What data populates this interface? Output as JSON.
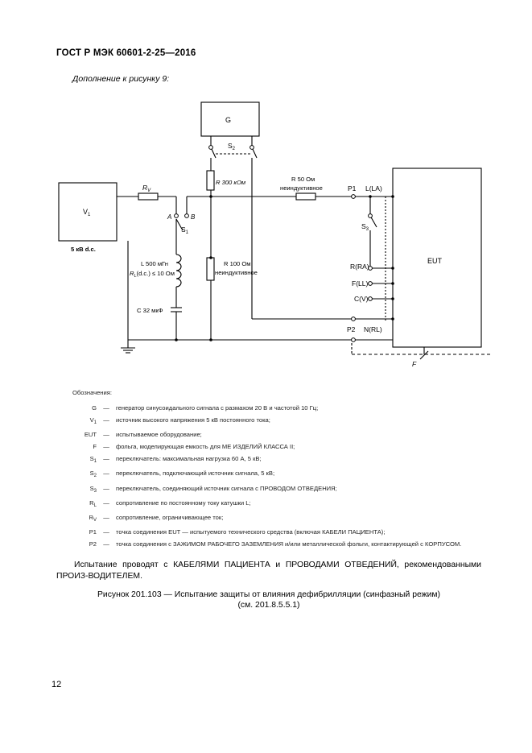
{
  "header": {
    "standard": "ГОСТ Р МЭК 60601-2-25—2016"
  },
  "subtitle": "Дополнение к рисунку 9:",
  "diagram": {
    "g_label": "G",
    "v1_main": "V",
    "v1_sub": "1",
    "v1_spec": "5 кВ d.c.",
    "rv_main": "R",
    "rv_sub": "V",
    "a_label": "A",
    "b_label": "B",
    "s1_main": "S",
    "s1_sub": "1",
    "s2_main": "S",
    "s2_sub": "2",
    "s3_main": "S",
    "s3_sub": "3",
    "r300_label": "R 300 кОм",
    "r50_line1": "R 50 Ом",
    "r50_line2": "неиндуктивное",
    "r100_line1": "R 100 Ом",
    "r100_line2": "неиндуктивное",
    "l_line1": "L 500 мГн",
    "rl_main": "R",
    "rl_sub": "L",
    "rl_rest": "(d.c.) ≤ 10 Ом",
    "c_label": "C 32 мкФ",
    "p1_label": "P1",
    "p2_label": "P2",
    "la_label": "L(LA)",
    "ra_label": "R(RA)",
    "fll_label": "F(LL)",
    "cv_label": "C(V)",
    "nrl_label": "N(RL)",
    "eut_label": "EUT",
    "f_label": "F"
  },
  "legend": {
    "title": "Обозначения:",
    "items": [
      {
        "sym": "G",
        "sub": "",
        "desc": "генератор синусоидального сигнала с размахом 20 В и частотой 10 Гц;"
      },
      {
        "sym": "V",
        "sub": "1",
        "desc": "источник высокого напряжения 5 кВ постоянного тока;"
      },
      {
        "sym": "EUT",
        "sub": "",
        "desc": "испытываемое оборудование;"
      },
      {
        "sym": "F",
        "sub": "",
        "desc": "фольга, моделирующая емкость для МЕ ИЗДЕЛИЙ КЛАССА II;"
      },
      {
        "sym": "S",
        "sub": "1",
        "desc": "переключатель: максимальная нагрузка 60 А, 5 кВ;"
      },
      {
        "sym": "S",
        "sub": "2",
        "desc": "переключатель, подключающий источник сигнала, 5 кВ;"
      },
      {
        "sym": "S",
        "sub": "3",
        "desc": "переключатель, соединяющий источник сигнала с ПРОВОДОМ ОТВЕДЕНИЯ;"
      },
      {
        "sym": "R",
        "sub": "L",
        "desc": "сопротивление по постоянному току катушки L;"
      },
      {
        "sym": "R",
        "sub": "V",
        "desc": "сопротивление, ограничивающее ток;"
      },
      {
        "sym": "P1",
        "sub": "",
        "desc": "точка соединения EUT — испытуемого технического средства (включая КАБЕЛИ ПАЦИЕНТА);"
      },
      {
        "sym": "P2",
        "sub": "",
        "desc": "точка соединения с ЗАЖИМОМ РАБОЧЕГО ЗАЗЕМЛЕНИЯ и/или металлической фольги, контактирующей с КОРПУСОМ."
      }
    ]
  },
  "body_text": "Испытание проводят с КАБЕЛЯМИ ПАЦИЕНТА и ПРОВОДАМИ ОТВЕДЕНИЙ, рекомендованными ПРОИЗ-ВОДИТЕЛЕМ.",
  "caption": {
    "line1": "Рисунок 201.103 — Испытание защиты от влияния дефибрилляции (синфазный режим)",
    "line2": "(см. 201.8.5.5.1)"
  },
  "page_number": "12"
}
